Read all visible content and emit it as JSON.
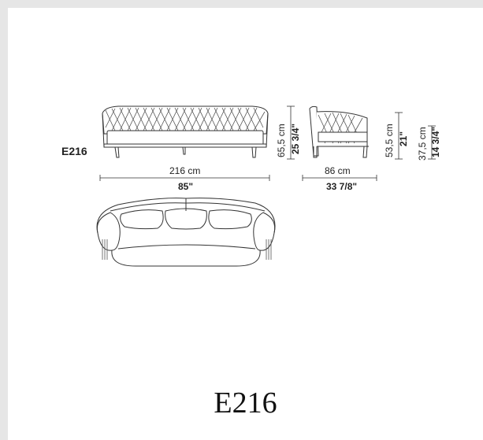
{
  "product": {
    "model_code": "E216",
    "caption": "E216"
  },
  "dimensions": {
    "width_cm": "216 cm",
    "width_in": "85\"",
    "depth_cm": "86 cm",
    "depth_in": "33 7/8\"",
    "height_cm": "65,5 cm",
    "height_in": "25 3/4\"",
    "arm_height_cm": "53,5 cm",
    "arm_height_in": "21\"",
    "seat_height_cm": "37,5 cm",
    "seat_height_in": "14 3/4\""
  },
  "colors": {
    "line": "#333333",
    "background": "#e6e6e6"
  }
}
